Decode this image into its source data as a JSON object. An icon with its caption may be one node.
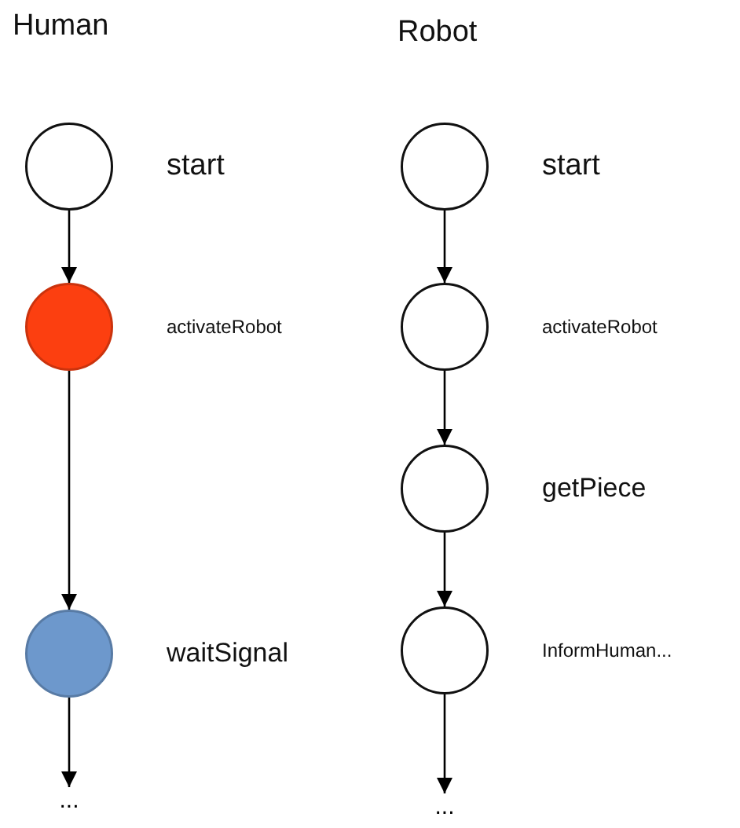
{
  "diagram": {
    "nodes": [
      {
        "text": [],
        "shape": "circle",
        "beside": [
          "start"
        ]
      },
      {
        "text": [],
        "shape": "circle",
        "beside": [
          "activateRobot"
        ]
      },
      {
        "text": [],
        "shape": "circle",
        "beside": [
          "waitSignal"
        ]
      },
      {
        "text": [
          "..."
        ]
      },
      {
        "text": [],
        "shape": "circle",
        "beside": [
          "start"
        ]
      },
      {
        "text": [],
        "shape": "circle",
        "beside": [
          "activateRobot"
        ]
      },
      {
        "text": [],
        "shape": "circle",
        "beside": [
          "getPiece"
        ]
      },
      {
        "text": [],
        "shape": "circle",
        "beside": [
          "InformHuman..."
        ]
      },
      {
        "text": [
          "..."
        ]
      }
    ],
    "edges": [
      {
        "from": 0,
        "to": 1,
        "arrow": "to"
      },
      {
        "from": 1,
        "to": 2,
        "arrow": "to"
      },
      {
        "from": 2,
        "to": 3,
        "arrow": "to"
      },
      {
        "from": 4,
        "to": 5,
        "arrow": "to"
      },
      {
        "from": 5,
        "to": 6,
        "arrow": "to"
      },
      {
        "from": 6,
        "to": 7,
        "arrow": "to"
      },
      {
        "from": 7,
        "to": 8,
        "arrow": "to"
      }
    ],
    "labels": [
      "Human",
      "Robot"
    ]
  }
}
